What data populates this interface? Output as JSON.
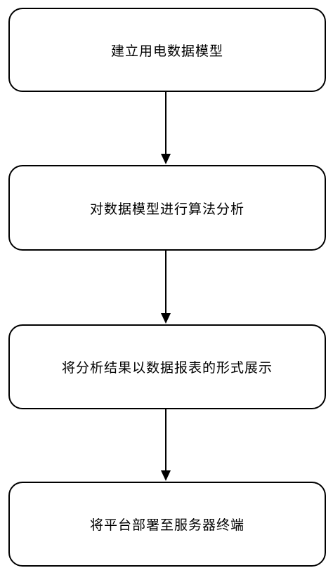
{
  "flowchart": {
    "steps": [
      {
        "label": "建立用电数据模型"
      },
      {
        "label": "对数据模型进行算法分析"
      },
      {
        "label": "将分析结果以数据报表的形式展示"
      },
      {
        "label": "将平台部署至服务器终端"
      }
    ]
  },
  "colors": {
    "stroke": "#000000",
    "fill": "#ffffff"
  }
}
